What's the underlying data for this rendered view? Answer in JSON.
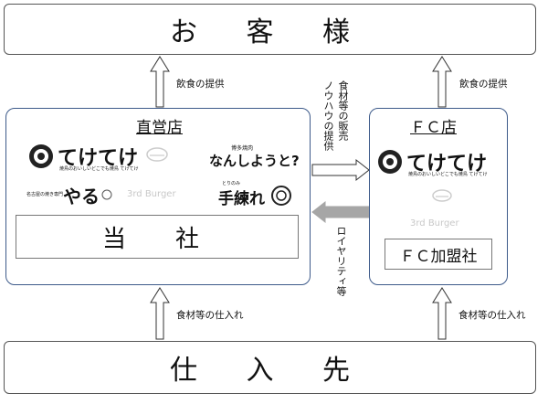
{
  "customers": "お 客 様",
  "suppliers": "仕 入 先",
  "direct": {
    "title": "直営店",
    "company": "当　社",
    "logos": {
      "tekeke": "てけてけ",
      "tekeke_sub": "焼鳥のおいしいどこでも焼鳥 てけてけ",
      "nanshiyou": "なんしようと?",
      "nanshiyou_tag": "博多焼肉",
      "yaru": "やる",
      "yaru_tag": "名古屋の焼き専門",
      "third": "3rd Burger",
      "tenare": "手練れ",
      "tenare_tag": "とりのみ"
    }
  },
  "fc": {
    "title": "ＦＣ店",
    "company": "ＦＣ加盟社",
    "logos": {
      "tekeke": "てけてけ",
      "tekeke_sub": "焼鳥のおいしいどこでも焼鳥 てけてけ",
      "third": "3rd Burger"
    }
  },
  "arrows": {
    "food_service_left": "飲食の提供",
    "food_service_right": "飲食の提供",
    "procurement_left": "食材等の仕入れ",
    "procurement_right": "食材等の仕入れ",
    "sales_label": "食材等の販売",
    "knowhow_label": "ノウハウの提供",
    "royalty_label": "ロイヤリティ等"
  },
  "colors": {
    "box_border": "#3d5a8a",
    "royalty_arrow": "#a6a6a6"
  }
}
